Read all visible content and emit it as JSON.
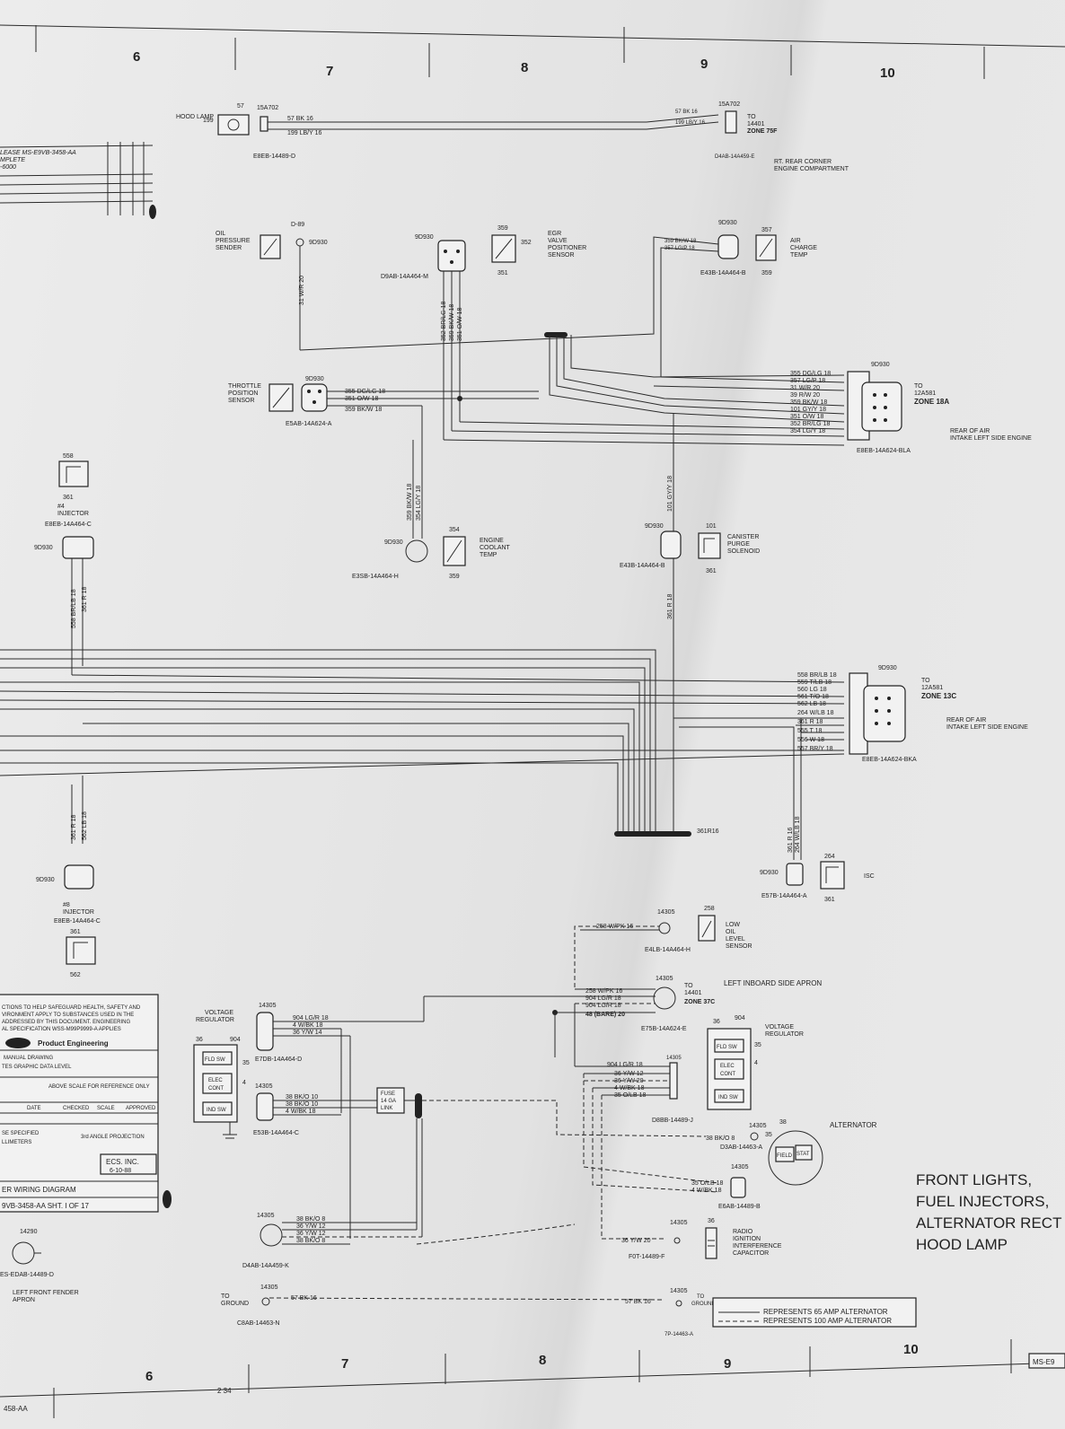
{
  "zones": {
    "top": [
      "6",
      "7",
      "8",
      "9",
      "10"
    ],
    "bottom": [
      "6",
      "7",
      "8",
      "9",
      "10"
    ]
  },
  "title_lines": [
    "FRONT LIGHTS,",
    "FUEL INJECTORS,",
    "ALTERNATOR RECT",
    "HOOD LAMP"
  ],
  "title_block": {
    "company": "Product Engineering",
    "diagram": "ER WIRING DIAGRAM",
    "part": "9VB-3458-AA  SHT. I OF 17",
    "rev": "ECS. INC.",
    "date": "6-10-88",
    "fragment_top": "LEASE MS-E9VB-3458-AA",
    "fragment_top2": "MPLETE",
    "fragment_top3": "-6000",
    "bottom_left": "458-AA",
    "sheet_id": "MS-E9",
    "page_nums": "2  34"
  },
  "legend": {
    "solid": "REPRESENTS 65 AMP ALTERNATOR",
    "dashed": "REPRESENTS 100 AMP ALTERNATOR"
  },
  "hood_lamp": {
    "label": "HOOD\nLAMP",
    "circuit": "199",
    "ref": "57",
    "conn": "15A702",
    "wires": [
      "57 BK 16",
      "199 LB/Y 16"
    ],
    "part": "E8EB-14489-D"
  },
  "rt_rear": {
    "conn": "15A702",
    "wires": [
      "57 BK 16",
      "199 LB/Y 16"
    ],
    "to": "TO",
    "to_num": "14401",
    "zone": "ZONE 75F",
    "part": "D4AB-14A459-E",
    "loc": "RT. REAR CORNER",
    "loc2": "ENGINE COMPARTMENT"
  },
  "oil_pressure": {
    "label1": "OIL",
    "label2": "PRESSURE",
    "label3": "SENDER",
    "ref": "D-89",
    "conn": "9D930",
    "wire": "31 W/R 20"
  },
  "egr": {
    "conn": "9D930",
    "top": "359",
    "side": "352",
    "bot": "351",
    "label1": "EGR",
    "label2": "VALVE",
    "label3": "POSITIONER",
    "label4": "SENSOR",
    "part": "D9AB-14A464-M",
    "wires": [
      "352 BR/LG 18",
      "359 BK/W 18",
      "351 O/W 18"
    ]
  },
  "air_charge": {
    "conn": "9D930",
    "top": "357",
    "bot": "359",
    "label1": "AIR",
    "label2": "CHARGE",
    "label3": "TEMP",
    "part": "E43B-14A464-B",
    "wires": [
      "359 BK/W 18",
      "357 LG/P 18"
    ]
  },
  "tps": {
    "label1": "THROTTLE",
    "label2": "POSITION",
    "label3": "SENSOR",
    "conn": "9D930",
    "part": "E5AB-14A624-A",
    "wires": [
      "355 DG/LG 18",
      "351 O/W 18",
      "359 BK/W 18"
    ]
  },
  "conn_18a": {
    "conn": "9D930",
    "to": "TO",
    "to_num": "12A581",
    "zone": "ZONE 18A",
    "loc1": "REAR OF AIR",
    "loc2": "INTAKE LEFT SIDE ENGINE",
    "part": "E8EB-14A624-BLA",
    "wires": [
      "355 DG/LG 18",
      "357 LG/P 18",
      "31 W/R 20",
      "39 R/W 20",
      "359 BK/W 18",
      "101 GY/Y 18",
      "351 O/W 18",
      "352 BR/LG 18",
      "354 LG/Y 18"
    ]
  },
  "injector4": {
    "top": "558",
    "bot": "361",
    "label1": "#4",
    "label2": "INJECTOR",
    "part": "E8EB-14A464-C",
    "conn": "9D930",
    "wires": [
      "558 BR/LB 18",
      "361 R 18"
    ]
  },
  "ect": {
    "conn": "9D930",
    "top": "354",
    "bot": "359",
    "label1": "ENGINE",
    "label2": "COOLANT",
    "label3": "TEMP",
    "part": "E3SB-14A464-H",
    "wires": [
      "359 BK/W 18",
      "354 LG/Y 18"
    ]
  },
  "canister": {
    "conn": "9D930",
    "top": "101",
    "bot": "361",
    "label1": "CANISTER",
    "label2": "PURGE",
    "label3": "SOLENOID",
    "part": "E43B-14A464-B",
    "wires": [
      "101 GY/Y 18",
      "361 R 18"
    ]
  },
  "conn_13c": {
    "conn": "9D930",
    "to": "TO",
    "to_num": "12A581",
    "zone": "ZONE 13C",
    "loc1": "REAR OF AIR",
    "loc2": "INTAKE LEFT SIDE ENGINE",
    "part": "E8EB-14A624-BKA",
    "wires": [
      "558 BR/LB 18",
      "559 T/LB 18",
      "560 LG 18",
      "561 T/O 18",
      "562 LB 18",
      "264 W/LB 18",
      "361 R 18",
      "555 T 18",
      "556 W 18",
      "557 BR/Y 18"
    ]
  },
  "splice_label": "361R16",
  "injector8": {
    "conn": "9D930",
    "label1": "#8",
    "label2": "INJECTOR",
    "part": "E8EB-14A464-C",
    "top": "361",
    "bot": "562",
    "wires": [
      "361 R 18",
      "562 LB 18"
    ]
  },
  "isc": {
    "conn": "9D930",
    "top": "264",
    "bot": "361",
    "label": "ISC",
    "part": "E57B-14A464-A",
    "wires": [
      "264 W/LB 18",
      "361 R 16"
    ]
  },
  "low_oil": {
    "conn": "14305",
    "ref": "258",
    "wire": "258 W/PK 16",
    "label1": "LOW",
    "label2": "OIL",
    "label3": "LEVEL",
    "label4": "SENSOR",
    "part": "E4LB-14A464-H"
  },
  "apron_conn": {
    "conn": "14305",
    "to": "TO",
    "to_num": "14401",
    "zone": "ZONE 37C",
    "loc": "LEFT INBOARD SIDE APRON",
    "part": "E75B-14A624-E",
    "wires": [
      "258 W/PK 16",
      "904 LG/R 18",
      "904 LG/R 18",
      "48 (BARE) 20"
    ]
  },
  "vr_left": {
    "label1": "VOLTAGE",
    "label2": "REGULATOR",
    "c1": "36",
    "c2": "904",
    "c3": "35",
    "c4": "4",
    "fld": "FLD SW",
    "elec1": "ELEC",
    "elec2": "CONT",
    "ind": "IND SW",
    "conn": "14305",
    "part": "E7DB-14A464-D",
    "wires": [
      "904 LG/R 18",
      "4 W/BK 18",
      "36 Y/W 14"
    ]
  },
  "vr_left_lower": {
    "conn": "14305",
    "part": "E53B-14A464-C",
    "wires": [
      "38 BK/O 10",
      "38 BK/O 10",
      "4 W/BK 18"
    ]
  },
  "fuse": {
    "l1": "FUSE",
    "l2": "14 GA",
    "l3": "LINK"
  },
  "d8bb": {
    "conn": "14305",
    "part": "D8BB-14489-J",
    "wires": [
      "904 LG/R 18",
      "36 Y/W 12",
      "36 Y/W 20",
      "4 W/BK 18",
      "35 O/LB 18"
    ]
  },
  "vr_right": {
    "label1": "VOLTAGE",
    "label2": "REGULATOR",
    "c1": "36",
    "c2": "904",
    "c3": "35",
    "c4": "4",
    "fld": "FLD SW",
    "elec1": "ELEC",
    "elec2": "CONT",
    "ind": "IND SW"
  },
  "alternator": {
    "label": "ALTERNATOR",
    "ref": "38",
    "c35": "35",
    "fld": "FIELD",
    "sta": "STAT",
    "conn": "14305",
    "part": "D3AB-14463-A",
    "wire": "38 BK/O 8"
  },
  "e6ab": {
    "conn": "14305",
    "part": "E6AB-14489-B",
    "wires": [
      "35 O/LB 18",
      "4 W/BK 18"
    ]
  },
  "d4ab": {
    "conn": "14305",
    "part": "D4AB-14A459-K",
    "wires": [
      "38 BK/O 8",
      "36 Y/W 12",
      "36 Y/W 12",
      "38 BK/O 8"
    ]
  },
  "radio_cap": {
    "conn": "14305",
    "ref": "36",
    "wire": "36 Y/W 20",
    "part": "F0T-14489-F",
    "label1": "RADIO",
    "label2": "IGNITION",
    "label3": "INTERFERENCE",
    "label4": "CAPACITOR"
  },
  "ground": {
    "label1": "TO",
    "label2": "GROUND",
    "wire": "57 BK 16",
    "part": "C8AB-14463-N",
    "wire2": "57 BK 16",
    "conn": "14305",
    "part2": "7P-14463-A",
    "to": "TO",
    "gr": "GROUND"
  },
  "left_fender": {
    "conn": "14290",
    "part": "ES-EDAB-14489-D",
    "loc1": "LEFT FRONT FENDER",
    "loc2": "APRON"
  },
  "notes": {
    "safety1": "CTIONS TO HELP SAFEGUARD HEALTH, SAFETY AND",
    "safety2": "VIRONMENT APPLY TO SUBSTANCES USED IN THE",
    "safety3": "ADDRESSED BY THIS DOCUMENT. ENGINEERING",
    "safety4": "AL SPECIFICATION WSS-M99P9999-A APPLIES",
    "manual": "MANUAL DRAWING",
    "graphic": "TES GRAPHIC DATA LEVEL",
    "scale": "ABOVE SCALE FOR REFERENCE ONLY",
    "cols": [
      "DATE",
      "CHECKED",
      "SCALE",
      "APPROVED"
    ],
    "spec": "SE SPECIFIED",
    "mm": "LLIMETERS",
    "proj": "3rd ANGLE PROJECTION"
  }
}
